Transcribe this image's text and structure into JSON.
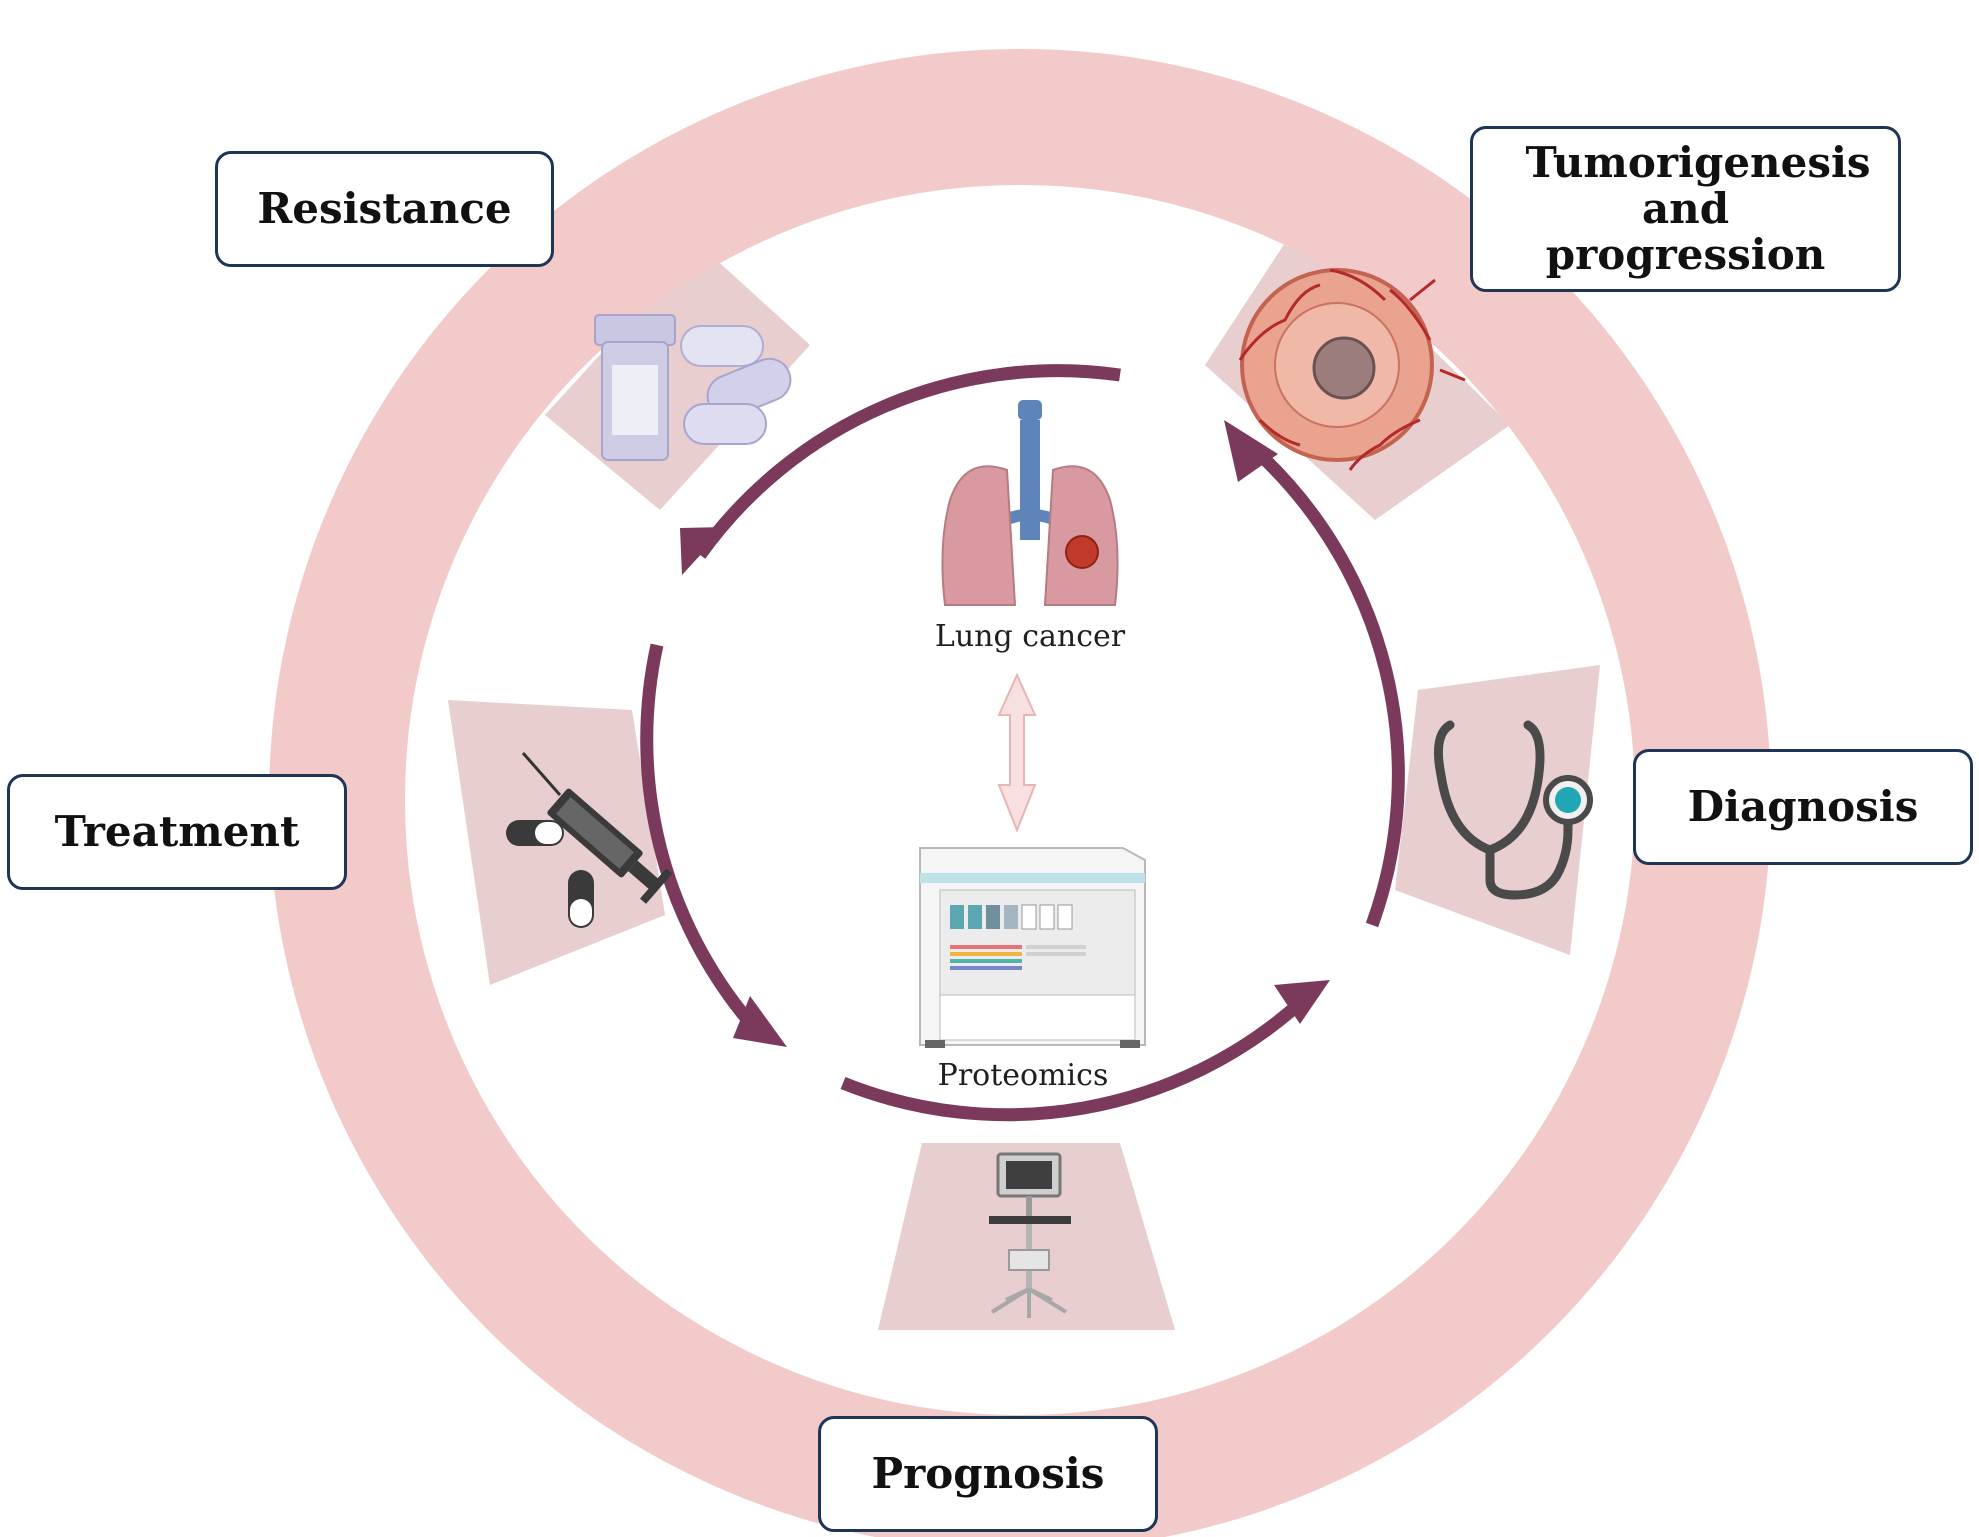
{
  "center": {
    "top_label": "Lung cancer",
    "bottom_label": "Proteomics"
  },
  "stages": {
    "resistance": "Resistance",
    "tumorigenesis": "Tumorigenesis and progression",
    "treatment": "Treatment",
    "diagnosis": "Diagnosis",
    "prognosis": "Prognosis"
  },
  "colors": {
    "outer_ring": "#f3caca",
    "sector": "#e8cece",
    "cycle_arrow": "#7b3a5c",
    "box_border": "#1e3556",
    "bidirectional_arrow": "#f5d5d5"
  },
  "icons": [
    "pill-bottle-icon",
    "tumor-icon",
    "syringe-icon",
    "stethoscope-icon",
    "monitor-cart-icon",
    "lungs-icon",
    "mass-spectrometer-icon"
  ]
}
